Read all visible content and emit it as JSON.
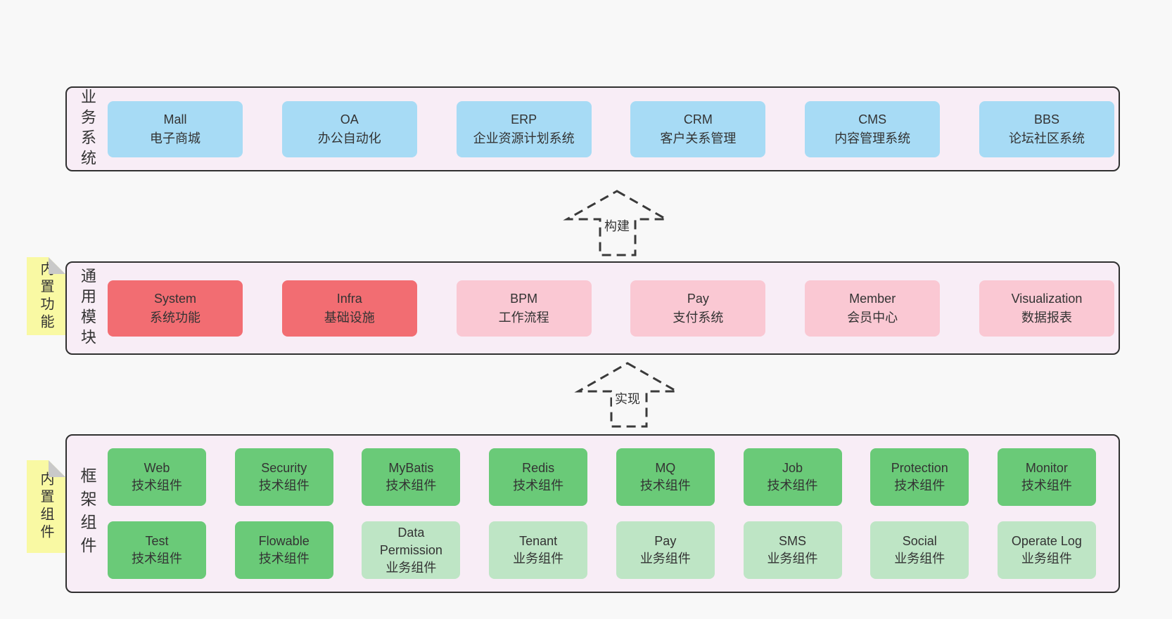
{
  "diagram": {
    "arrows": [
      {
        "label": "构建"
      },
      {
        "label": "实现"
      }
    ],
    "layers": {
      "business": {
        "label": "业务系统",
        "boxes": [
          {
            "title": "Mall",
            "subtitle": "电子商城",
            "variant": "blue"
          },
          {
            "title": "OA",
            "subtitle": "办公自动化",
            "variant": "blue"
          },
          {
            "title": "ERP",
            "subtitle": "企业资源计划系统",
            "variant": "blue"
          },
          {
            "title": "CRM",
            "subtitle": "客户关系管理",
            "variant": "blue"
          },
          {
            "title": "CMS",
            "subtitle": "内容管理系统",
            "variant": "blue"
          },
          {
            "title": "BBS",
            "subtitle": "论坛社区系统",
            "variant": "blue"
          }
        ]
      },
      "modules": {
        "label": "通用模块",
        "note": "内置功能",
        "boxes": [
          {
            "title": "System",
            "subtitle": "系统功能",
            "variant": "red"
          },
          {
            "title": "Infra",
            "subtitle": "基础设施",
            "variant": "red"
          },
          {
            "title": "BPM",
            "subtitle": "工作流程",
            "variant": "pink"
          },
          {
            "title": "Pay",
            "subtitle": "支付系统",
            "variant": "pink"
          },
          {
            "title": "Member",
            "subtitle": "会员中心",
            "variant": "pink"
          },
          {
            "title": "Visualization",
            "subtitle": "数据报表",
            "variant": "pink"
          }
        ]
      },
      "framework": {
        "label": "框架组件",
        "note": "内置组件",
        "row1": [
          {
            "title": "Web",
            "subtitle": "技术组件",
            "variant": "green"
          },
          {
            "title": "Security",
            "subtitle": "技术组件",
            "variant": "green"
          },
          {
            "title": "MyBatis",
            "subtitle": "技术组件",
            "variant": "green"
          },
          {
            "title": "Redis",
            "subtitle": "技术组件",
            "variant": "green"
          },
          {
            "title": "MQ",
            "subtitle": "技术组件",
            "variant": "green"
          },
          {
            "title": "Job",
            "subtitle": "技术组件",
            "variant": "green"
          },
          {
            "title": "Protection",
            "subtitle": "技术组件",
            "variant": "green"
          },
          {
            "title": "Monitor",
            "subtitle": "技术组件",
            "variant": "green"
          }
        ],
        "row2": [
          {
            "title": "Test",
            "subtitle": "技术组件",
            "variant": "green"
          },
          {
            "title": "Flowable",
            "subtitle": "技术组件",
            "variant": "green"
          },
          {
            "title": "Data Permission",
            "subtitle": "业务组件",
            "variant": "lightgreen"
          },
          {
            "title": "Tenant",
            "subtitle": "业务组件",
            "variant": "lightgreen"
          },
          {
            "title": "Pay",
            "subtitle": "业务组件",
            "variant": "lightgreen"
          },
          {
            "title": "SMS",
            "subtitle": "业务组件",
            "variant": "lightgreen"
          },
          {
            "title": "Social",
            "subtitle": "业务组件",
            "variant": "lightgreen"
          },
          {
            "title": "Operate Log",
            "subtitle": "业务组件",
            "variant": "lightgreen"
          }
        ]
      }
    },
    "colors": {
      "blue": "#a7dbf5",
      "red": "#f26d72",
      "pink": "#fac8d3",
      "green": "#6aca78",
      "light_green": "#bee5c5",
      "panel_background": "#f8edf6",
      "note_yellow": "#f9f9a3",
      "fold_gray": "#c9c9c9",
      "border": "#303030",
      "page_background": "#f8f8f8",
      "text": "#333333"
    }
  }
}
